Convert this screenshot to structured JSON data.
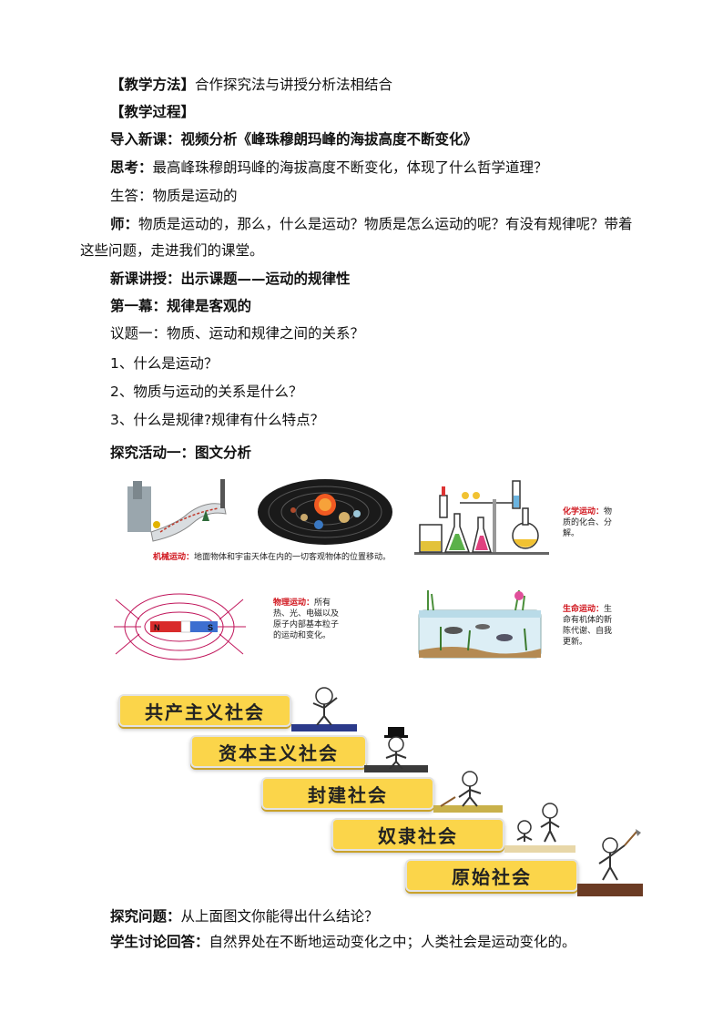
{
  "lines": {
    "method": {
      "label": "【教学方法】",
      "text": "合作探究法与讲授分析法相结合"
    },
    "process": "【教学过程】",
    "intro": {
      "label": "导入新课：",
      "text": "视频分析《峰珠穆朗玛峰的海拔高度不断变化》"
    },
    "think": {
      "label": "思考：",
      "text": "最高峰珠穆朗玛峰的海拔高度不断变化，体现了什么哲学道理？"
    },
    "student": "生答：物质是运动的",
    "teacher": {
      "label": "师：",
      "text": "物质是运动的，那么，什么是运动？物质是怎么运动的呢？有没有规律呢？带着这些问题，走进我们的课堂。"
    },
    "new_lesson": "新课讲授：出示课题——运动的规律性",
    "act1": "第一幕：规律是客观的",
    "topic1": "议题一：物质、运动和规律之间的关系？",
    "q1": "1、什么是运动？",
    "q2": "2、物质与运动的关系是什么？",
    "q3": "3、什么是规律?规律有什么特点？",
    "explore1": "探究活动一：图文分析",
    "question": {
      "label": "探究问题：",
      "text": "从上面图文你能得出什么结论？"
    },
    "answer": {
      "label": "学生讨论回答：",
      "text": "自然界处在不断地运动变化之中；人类社会是运动变化的。"
    }
  },
  "figure": {
    "mechanical": {
      "label": "机械运动：",
      "text": "地面物体和宇宙天体在内的一切客观物体的位置移动。"
    },
    "chemical": {
      "label": "化学运动：",
      "text": "物质的化合、分解。"
    },
    "physical": {
      "label": "物理运动：",
      "text": "所有热、光、电磁以及原子内部基本粒子的运动和变化。"
    },
    "life": {
      "label": "生命运动：",
      "text": "生命有机体的新陈代谢、自我更新。"
    },
    "magnet": {
      "n": "N",
      "s": "S"
    }
  },
  "stairs": [
    "共产主义社会",
    "资本主义社会",
    "封建社会",
    "奴隶社会",
    "原始社会"
  ],
  "colors": {
    "caption_red": "#d0141c",
    "stair_yellow": "#fbd54a"
  }
}
